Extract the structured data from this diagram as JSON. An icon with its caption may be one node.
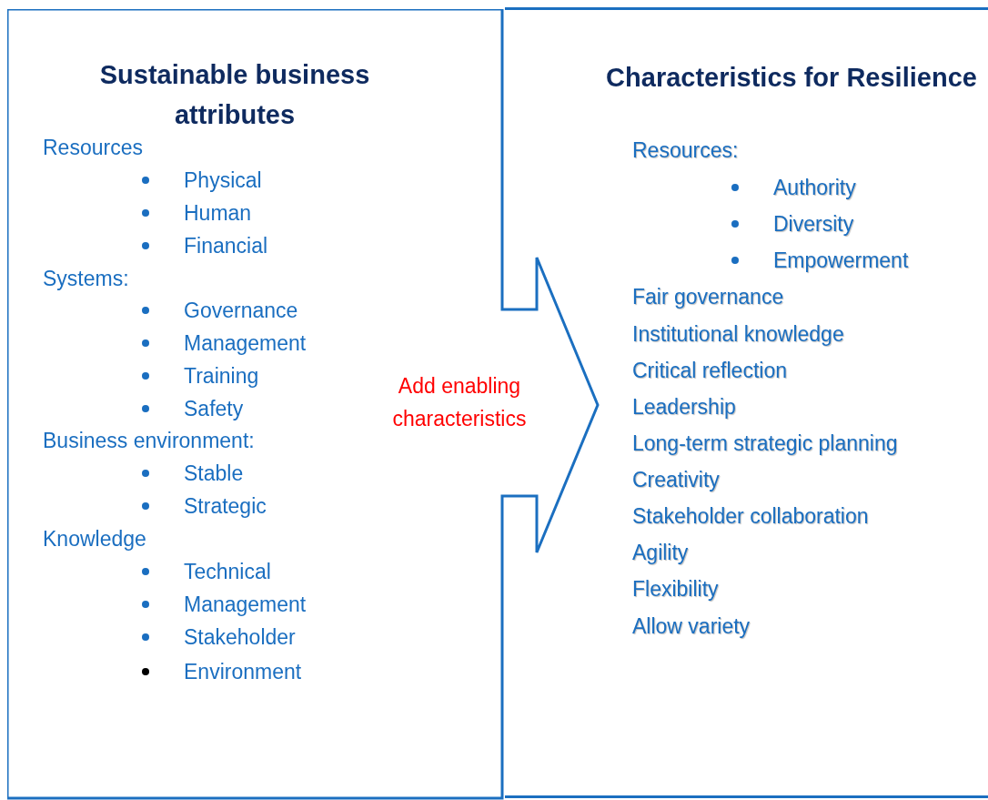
{
  "diagram": {
    "nodes": [
      {
        "text": [
          "Sustainable business attributes",
          "Resources",
          "Physical",
          "Human",
          "Financial",
          "Systems:",
          "Governance",
          "Management",
          "Training",
          "Safety",
          "Business environment:",
          "Stable",
          "Strategic",
          "Knowledge",
          "Technical",
          "Management",
          "Stakeholder",
          "Environment"
        ]
      },
      {
        "text": [
          "Characteristics for Resilience",
          "Resources:",
          "Authority",
          "Diversity",
          "Empowerment",
          "Fair governance",
          "Institutional knowledge",
          "Critical reflection",
          "Leadership",
          "Long-term strategic planning",
          "Creativity",
          "Stakeholder collaboration",
          "Agility",
          "Flexibility",
          "Allow variety"
        ]
      }
    ],
    "labels": [
      "Add enabling characteristics"
    ]
  }
}
